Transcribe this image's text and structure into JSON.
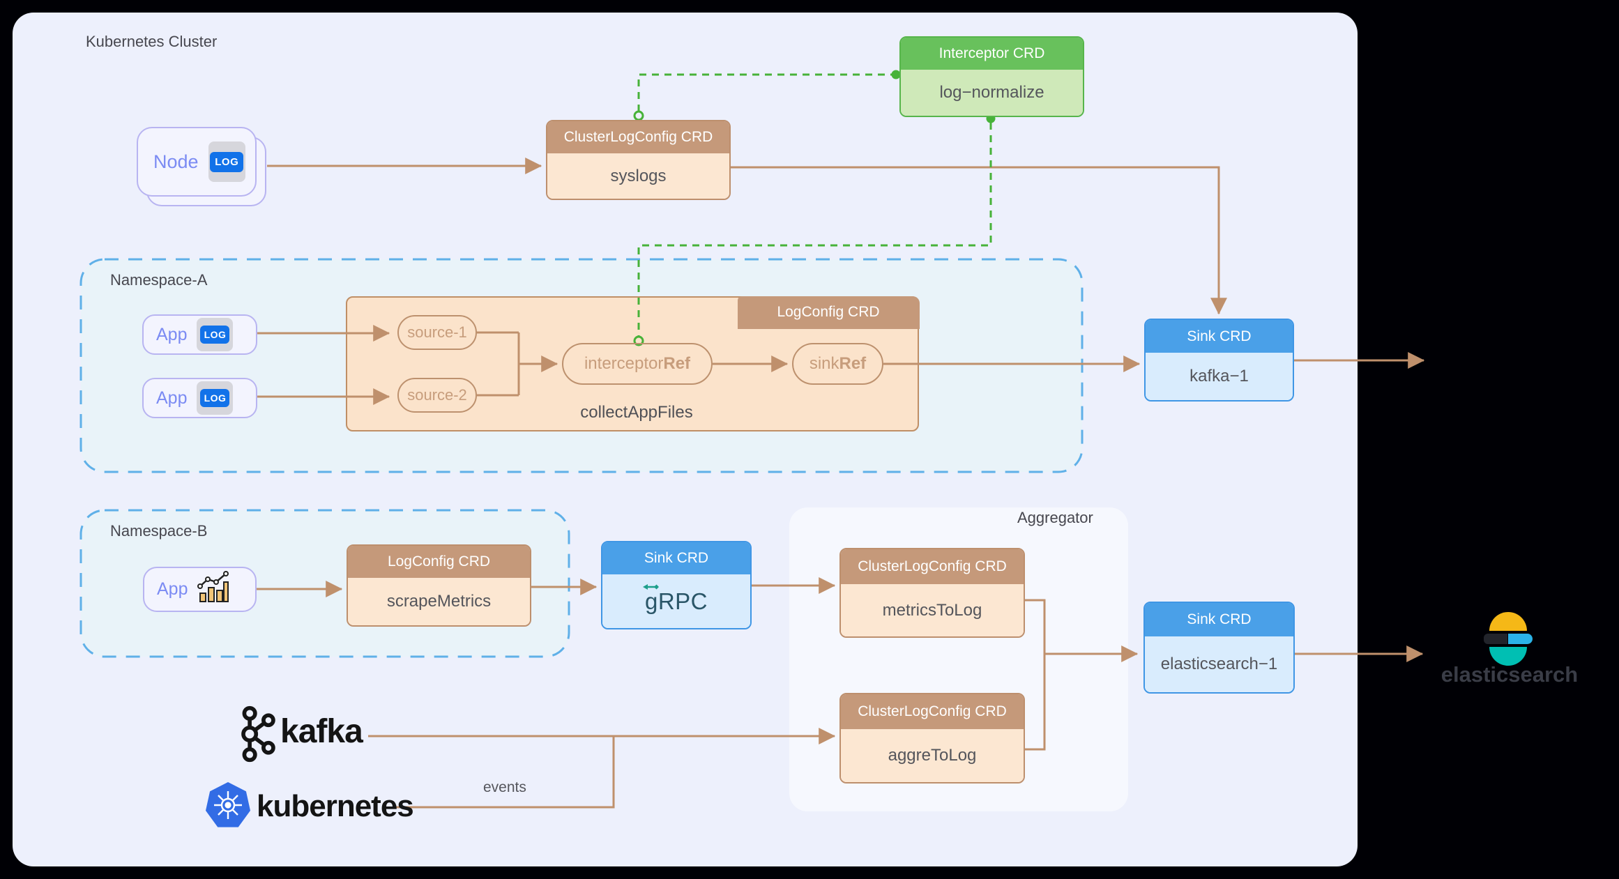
{
  "cluster": {
    "title": "Kubernetes Cluster"
  },
  "namespaces": {
    "a": {
      "label": "Namespace-A"
    },
    "b": {
      "label": "Namespace-B"
    }
  },
  "nodes": {
    "node": {
      "label": "Node",
      "badge": "LOG"
    },
    "app1": {
      "label": "App",
      "badge": "LOG"
    },
    "app2": {
      "label": "App",
      "badge": "LOG"
    },
    "appB": {
      "label": "App",
      "icon": "metrics-chart-icon"
    }
  },
  "crds": {
    "syslogs": {
      "header": "ClusterLogConfig CRD",
      "body": "syslogs"
    },
    "interceptor": {
      "header": "Interceptor CRD",
      "body": "log−normalize"
    },
    "logconfigA": {
      "header": "LogConfig CRD",
      "body": "collectAppFiles",
      "pills": {
        "source1": "source-1",
        "source2": "source-2",
        "interceptor_pre": "interceptor",
        "interceptor_bold": "Ref",
        "sink_pre": "sink",
        "sink_bold": "Ref"
      }
    },
    "kafka1": {
      "header": "Sink CRD",
      "body": "kafka−1"
    },
    "scrapeMetrics": {
      "header": "LogConfig CRD",
      "body": "scrapeMetrics"
    },
    "grpc": {
      "header": "Sink CRD",
      "body": "gRPC"
    },
    "metricsToLog": {
      "header": "ClusterLogConfig CRD",
      "body": "metricsToLog"
    },
    "aggreToLog": {
      "header": "ClusterLogConfig CRD",
      "body": "aggreToLog"
    },
    "elasticsearch1": {
      "header": "Sink CRD",
      "body": "elasticsearch−1"
    }
  },
  "labels": {
    "aggregator": "Aggregator",
    "events": "events"
  },
  "logos": {
    "kafka": {
      "text": "kafka"
    },
    "kubernetes": {
      "text": "kubernetes"
    },
    "elasticsearch": {
      "text": "elasticsearch"
    }
  },
  "colors": {
    "panel_bg": "#edf0fc",
    "outside_bg": "#000005",
    "namespace_fill": "#e9f3f9",
    "namespace_border": "#5fb0e8",
    "tan_line": "#bf906c",
    "crd_header_tan": "#c5997a",
    "crd_body_tan": "#fce7d2",
    "crd_header_blue": "#4aa0e8",
    "crd_body_blue": "#d9ecfd",
    "crd_header_green": "#68c15c",
    "crd_body_green": "#cfe9b9",
    "green_dash": "#47b239",
    "app_text": "#7b8bf3",
    "log_badge_blue": "#1272e9",
    "kubernetes_blue": "#326ce5",
    "es_yellow": "#f5b817",
    "es_blue": "#2bb3e8",
    "es_teal": "#00bfb3"
  }
}
